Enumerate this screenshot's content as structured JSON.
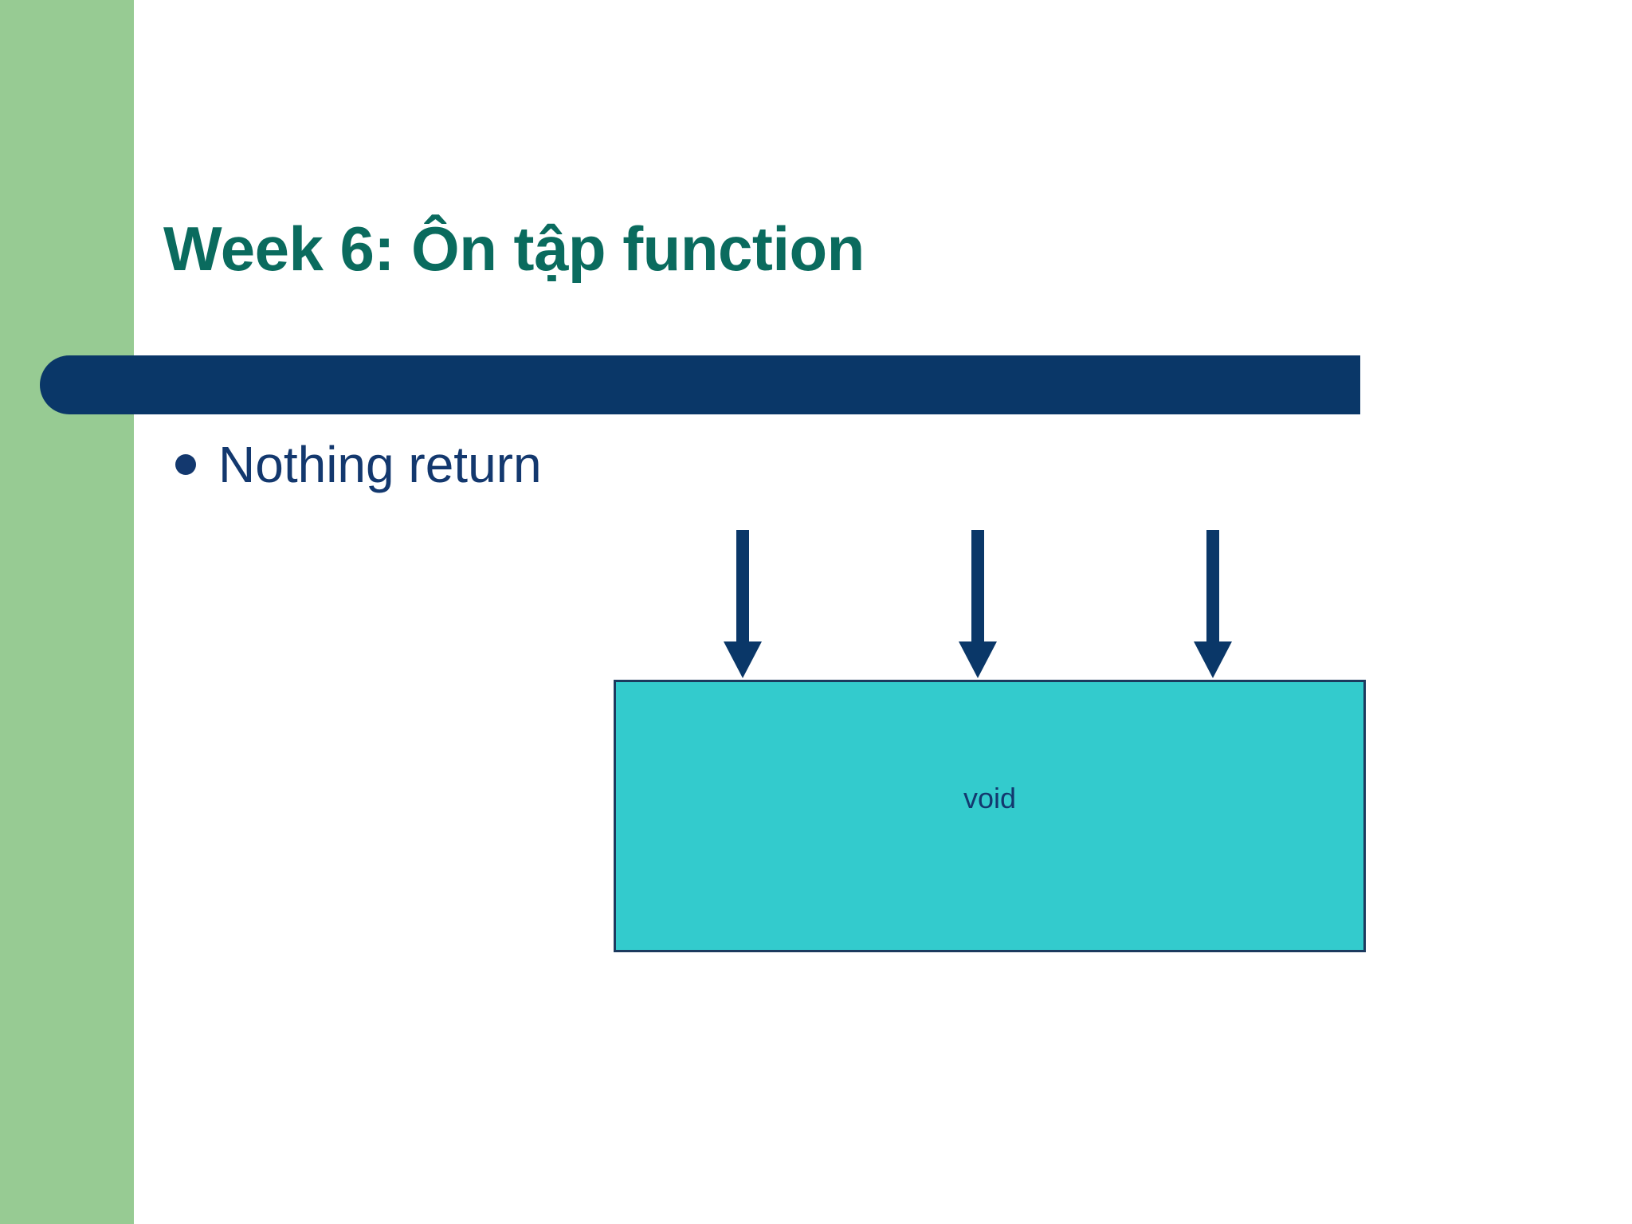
{
  "slide": {
    "title": "Week 6: Ôn tập function",
    "bullets": [
      {
        "text": "Nothing return",
        "marker": "bullet-dot"
      }
    ],
    "diagram": {
      "box_label": "void",
      "arrow_count": 3,
      "arrows": [
        {
          "name": "arrow-1",
          "direction": "down"
        },
        {
          "name": "arrow-2",
          "direction": "down"
        },
        {
          "name": "arrow-3",
          "direction": "down"
        }
      ]
    }
  },
  "colors": {
    "band_green": "#97CB93",
    "title_teal": "#0A6B5E",
    "bar_navy": "#0A3768",
    "text_navy": "#13386E",
    "box_teal": "#33CBCD",
    "box_border": "#1C3A5E",
    "background": "#FFFFFF"
  }
}
